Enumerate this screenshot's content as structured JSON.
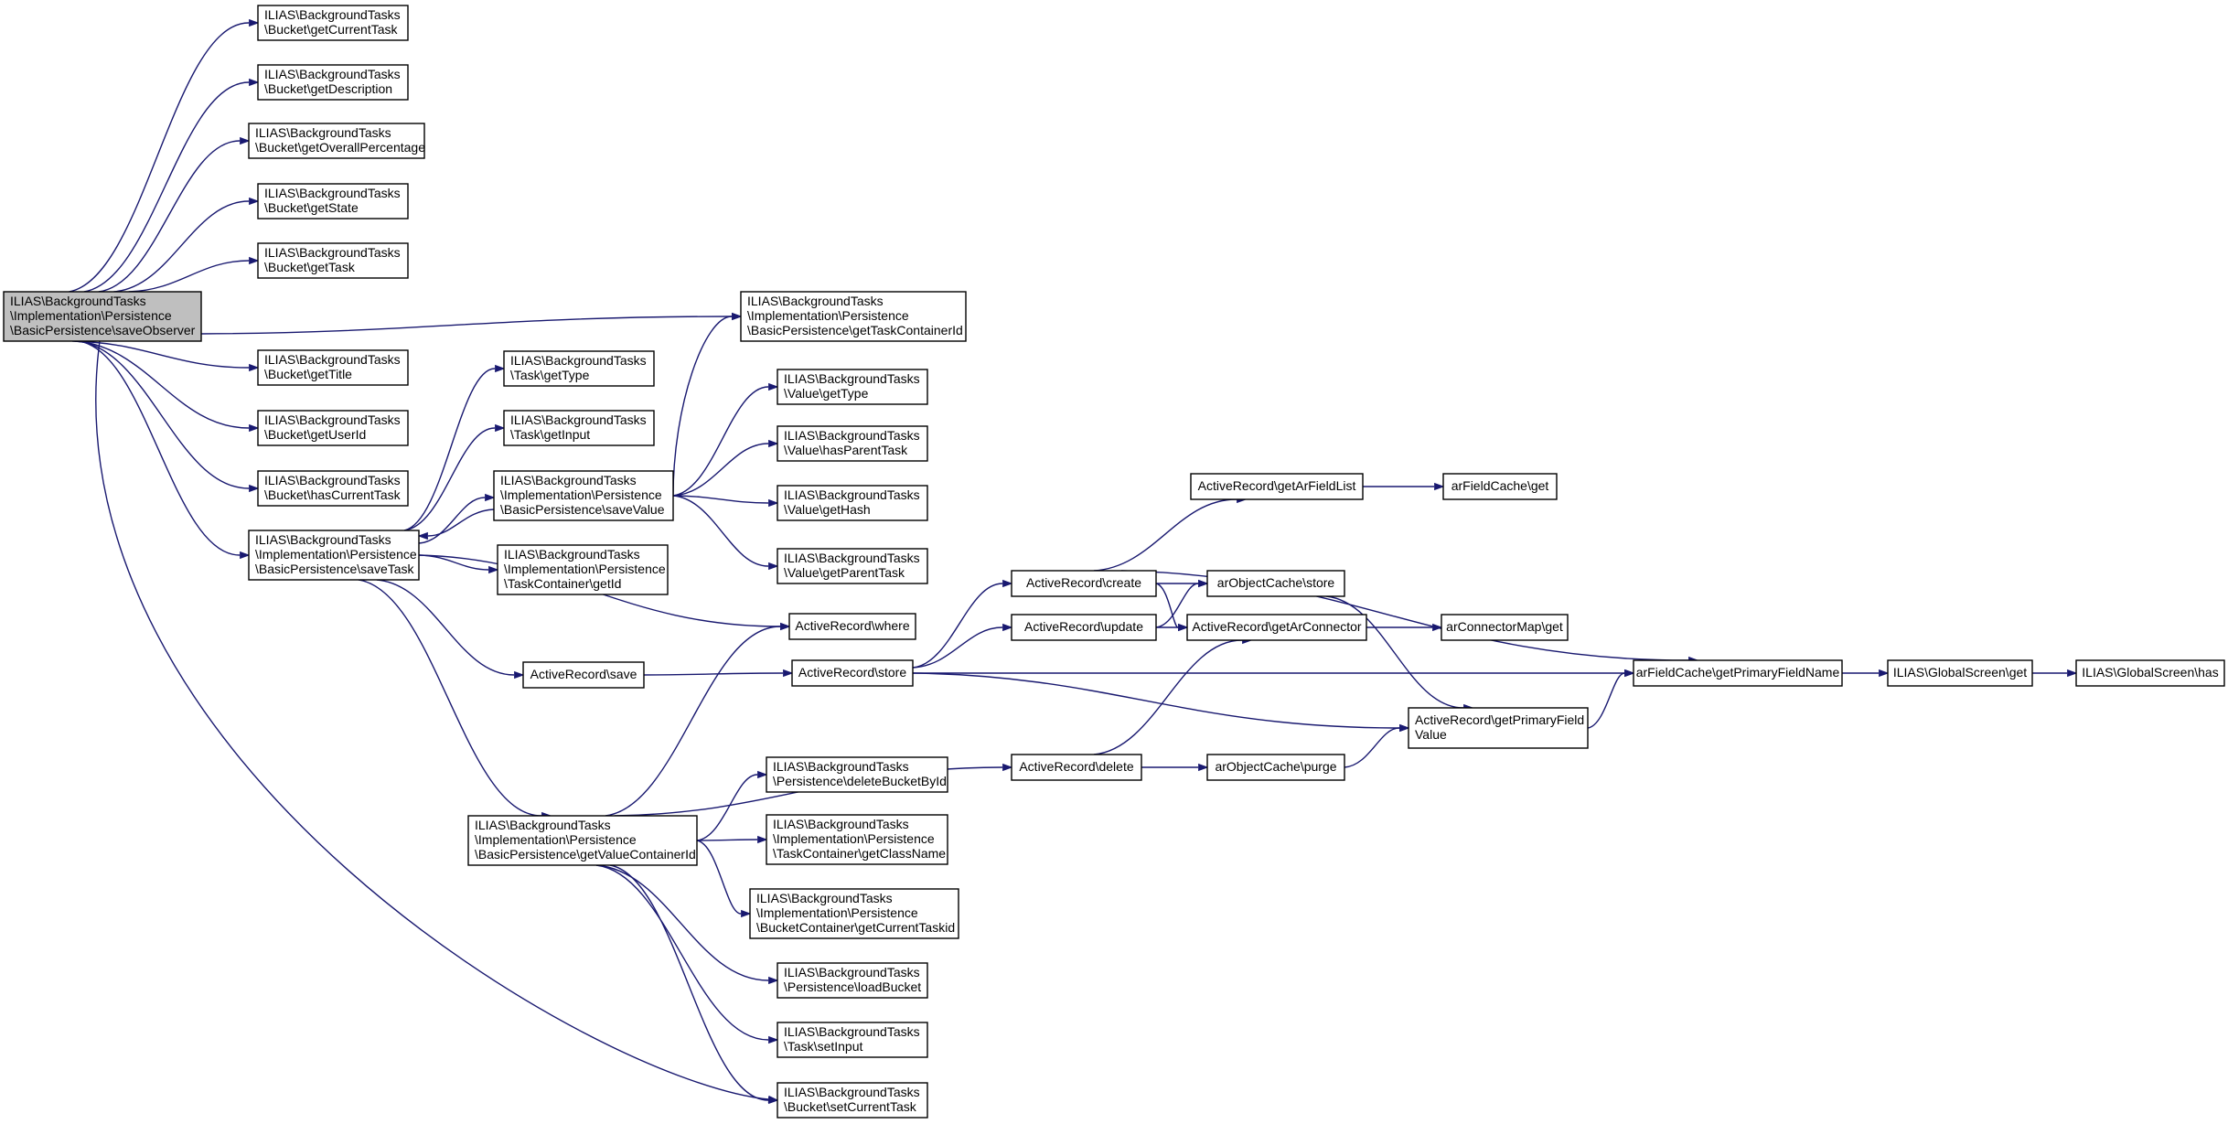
{
  "title": "",
  "colors": {
    "edge": "#191970",
    "root_fill": "#bfbfbf",
    "node_fill": "#ffffff",
    "node_border": "#000000"
  },
  "nodes": [
    {
      "id": "saveObserver",
      "lines": [
        "ILIAS\\BackgroundTasks",
        "\\Implementation\\Persistence",
        "\\BasicPersistence\\saveObserver"
      ],
      "root": true
    },
    {
      "id": "getCurrentTask",
      "lines": [
        "ILIAS\\BackgroundTasks",
        "\\Bucket\\getCurrentTask"
      ]
    },
    {
      "id": "getDescription",
      "lines": [
        "ILIAS\\BackgroundTasks",
        "\\Bucket\\getDescription"
      ]
    },
    {
      "id": "getOverallPercentage",
      "lines": [
        "ILIAS\\BackgroundTasks",
        "\\Bucket\\getOverallPercentage"
      ]
    },
    {
      "id": "getState",
      "lines": [
        "ILIAS\\BackgroundTasks",
        "\\Bucket\\getState"
      ]
    },
    {
      "id": "getTask",
      "lines": [
        "ILIAS\\BackgroundTasks",
        "\\Bucket\\getTask"
      ]
    },
    {
      "id": "getTitle",
      "lines": [
        "ILIAS\\BackgroundTasks",
        "\\Bucket\\getTitle"
      ]
    },
    {
      "id": "getUserId",
      "lines": [
        "ILIAS\\BackgroundTasks",
        "\\Bucket\\getUserId"
      ]
    },
    {
      "id": "hasCurrentTask",
      "lines": [
        "ILIAS\\BackgroundTasks",
        "\\Bucket\\hasCurrentTask"
      ]
    },
    {
      "id": "saveTask",
      "lines": [
        "ILIAS\\BackgroundTasks",
        "\\Implementation\\Persistence",
        "\\BasicPersistence\\saveTask"
      ]
    },
    {
      "id": "getTaskContainerId",
      "lines": [
        "ILIAS\\BackgroundTasks",
        "\\Implementation\\Persistence",
        "\\BasicPersistence\\getTaskContainerId"
      ]
    },
    {
      "id": "taskGetType",
      "lines": [
        "ILIAS\\BackgroundTasks",
        "\\Task\\getType"
      ]
    },
    {
      "id": "taskGetInput",
      "lines": [
        "ILIAS\\BackgroundTasks",
        "\\Task\\getInput"
      ]
    },
    {
      "id": "saveValue",
      "lines": [
        "ILIAS\\BackgroundTasks",
        "\\Implementation\\Persistence",
        "\\BasicPersistence\\saveValue"
      ]
    },
    {
      "id": "taskContainerGetId",
      "lines": [
        "ILIAS\\BackgroundTasks",
        "\\Implementation\\Persistence",
        "\\TaskContainer\\getId"
      ]
    },
    {
      "id": "valueGetType",
      "lines": [
        "ILIAS\\BackgroundTasks",
        "\\Value\\getType"
      ]
    },
    {
      "id": "valueHasParentTask",
      "lines": [
        "ILIAS\\BackgroundTasks",
        "\\Value\\hasParentTask"
      ]
    },
    {
      "id": "valueGetHash",
      "lines": [
        "ILIAS\\BackgroundTasks",
        "\\Value\\getHash"
      ]
    },
    {
      "id": "valueGetParentTask",
      "lines": [
        "ILIAS\\BackgroundTasks",
        "\\Value\\getParentTask"
      ]
    },
    {
      "id": "arWhere",
      "lines": [
        "ActiveRecord\\where"
      ]
    },
    {
      "id": "arSave",
      "lines": [
        "ActiveRecord\\save"
      ]
    },
    {
      "id": "arStore",
      "lines": [
        "ActiveRecord\\store"
      ]
    },
    {
      "id": "arCreate",
      "lines": [
        "ActiveRecord\\create"
      ]
    },
    {
      "id": "arUpdate",
      "lines": [
        "ActiveRecord\\update"
      ]
    },
    {
      "id": "arDelete",
      "lines": [
        "ActiveRecord\\delete"
      ]
    },
    {
      "id": "arGetArFieldList",
      "lines": [
        "ActiveRecord\\getArFieldList"
      ]
    },
    {
      "id": "arFieldCacheGet",
      "lines": [
        "arFieldCache\\get"
      ]
    },
    {
      "id": "arObjectCacheStore",
      "lines": [
        "arObjectCache\\store"
      ]
    },
    {
      "id": "arGetArConnector",
      "lines": [
        "ActiveRecord\\getArConnector"
      ]
    },
    {
      "id": "arConnectorMapGet",
      "lines": [
        "arConnectorMap\\get"
      ]
    },
    {
      "id": "arFieldCacheGetPrimaryFieldName",
      "lines": [
        "arFieldCache\\getPrimaryFieldName"
      ]
    },
    {
      "id": "globalScreenGet",
      "lines": [
        "ILIAS\\GlobalScreen\\get"
      ]
    },
    {
      "id": "globalScreenHas",
      "lines": [
        "ILIAS\\GlobalScreen\\has"
      ]
    },
    {
      "id": "arGetPrimaryFieldValue",
      "lines": [
        "ActiveRecord\\getPrimaryField",
        "Value"
      ]
    },
    {
      "id": "arObjectCachePurge",
      "lines": [
        "arObjectCache\\purge"
      ]
    },
    {
      "id": "getValueContainerId",
      "lines": [
        "ILIAS\\BackgroundTasks",
        "\\Implementation\\Persistence",
        "\\BasicPersistence\\getValueContainerId"
      ]
    },
    {
      "id": "deleteBucketById",
      "lines": [
        "ILIAS\\BackgroundTasks",
        "\\Persistence\\deleteBucketById"
      ]
    },
    {
      "id": "getClassName",
      "lines": [
        "ILIAS\\BackgroundTasks",
        "\\Implementation\\Persistence",
        "\\TaskContainer\\getClassName"
      ]
    },
    {
      "id": "getCurrentTaskid",
      "lines": [
        "ILIAS\\BackgroundTasks",
        "\\Implementation\\Persistence",
        "\\BucketContainer\\getCurrentTaskid"
      ]
    },
    {
      "id": "loadBucket",
      "lines": [
        "ILIAS\\BackgroundTasks",
        "\\Persistence\\loadBucket"
      ]
    },
    {
      "id": "setInput",
      "lines": [
        "ILIAS\\BackgroundTasks",
        "\\Task\\setInput"
      ]
    },
    {
      "id": "setCurrentTask",
      "lines": [
        "ILIAS\\BackgroundTasks",
        "\\Bucket\\setCurrentTask"
      ]
    }
  ],
  "edges": [
    [
      "saveObserver",
      "getCurrentTask"
    ],
    [
      "saveObserver",
      "getDescription"
    ],
    [
      "saveObserver",
      "getOverallPercentage"
    ],
    [
      "saveObserver",
      "getState"
    ],
    [
      "saveObserver",
      "getTask"
    ],
    [
      "saveObserver",
      "getTaskContainerId"
    ],
    [
      "saveObserver",
      "getTitle"
    ],
    [
      "saveObserver",
      "getUserId"
    ],
    [
      "saveObserver",
      "hasCurrentTask"
    ],
    [
      "saveObserver",
      "saveTask"
    ],
    [
      "saveObserver",
      "setCurrentTask"
    ],
    [
      "saveTask",
      "taskGetType"
    ],
    [
      "saveTask",
      "taskGetInput"
    ],
    [
      "saveTask",
      "saveValue"
    ],
    [
      "saveTask",
      "taskContainerGetId"
    ],
    [
      "saveTask",
      "arWhere"
    ],
    [
      "saveTask",
      "arSave"
    ],
    [
      "saveTask",
      "getValueContainerId"
    ],
    [
      "saveValue",
      "saveTask"
    ],
    [
      "saveValue",
      "getTaskContainerId"
    ],
    [
      "saveValue",
      "valueGetType"
    ],
    [
      "saveValue",
      "valueHasParentTask"
    ],
    [
      "saveValue",
      "valueGetHash"
    ],
    [
      "saveValue",
      "valueGetParentTask"
    ],
    [
      "arSave",
      "arStore"
    ],
    [
      "arStore",
      "arCreate"
    ],
    [
      "arStore",
      "arUpdate"
    ],
    [
      "arStore",
      "arFieldCacheGetPrimaryFieldName"
    ],
    [
      "arStore",
      "arGetPrimaryFieldValue"
    ],
    [
      "arCreate",
      "arGetArFieldList"
    ],
    [
      "arCreate",
      "arObjectCacheStore"
    ],
    [
      "arCreate",
      "arGetArConnector"
    ],
    [
      "arCreate",
      "arFieldCacheGetPrimaryFieldName"
    ],
    [
      "arUpdate",
      "arObjectCacheStore"
    ],
    [
      "arUpdate",
      "arGetArConnector"
    ],
    [
      "arDelete",
      "arGetArConnector"
    ],
    [
      "arDelete",
      "arObjectCachePurge"
    ],
    [
      "arGetArFieldList",
      "arFieldCacheGet"
    ],
    [
      "arGetArConnector",
      "arConnectorMapGet"
    ],
    [
      "arObjectCacheStore",
      "arGetPrimaryFieldValue"
    ],
    [
      "arObjectCachePurge",
      "arGetPrimaryFieldValue"
    ],
    [
      "arGetPrimaryFieldValue",
      "arFieldCacheGetPrimaryFieldName"
    ],
    [
      "arFieldCacheGetPrimaryFieldName",
      "globalScreenGet"
    ],
    [
      "globalScreenGet",
      "globalScreenHas"
    ],
    [
      "getValueContainerId",
      "arWhere"
    ],
    [
      "getValueContainerId",
      "arDelete"
    ],
    [
      "getValueContainerId",
      "deleteBucketById"
    ],
    [
      "getValueContainerId",
      "getClassName"
    ],
    [
      "getValueContainerId",
      "getCurrentTaskid"
    ],
    [
      "getValueContainerId",
      "loadBucket"
    ],
    [
      "getValueContainerId",
      "setInput"
    ],
    [
      "getValueContainerId",
      "setCurrentTask"
    ]
  ]
}
